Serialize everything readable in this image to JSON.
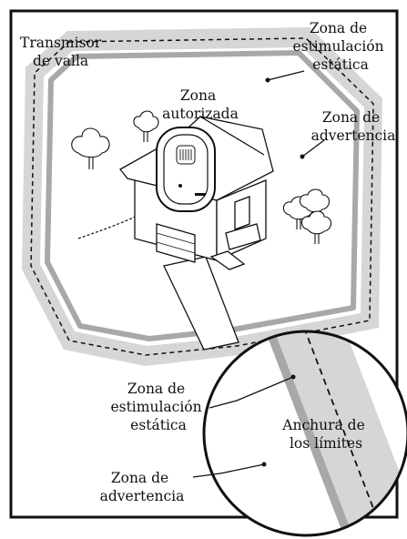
{
  "labels": {
    "transmitter_line1": "Transmisor",
    "transmitter_line2": "de valla",
    "static_zone_top_line1": "Zona de",
    "static_zone_top_line2": "estimulación",
    "static_zone_top_line3": "estática",
    "authorized_line1": "Zona",
    "authorized_line2": "autorizada",
    "warning_top_line1": "Zona de",
    "warning_top_line2": "advertencia",
    "static_zone_bottom_line1": "Zona de",
    "static_zone_bottom_line2": "estimulación",
    "static_zone_bottom_line3": "estática",
    "boundary_width_line1": "Anchura de",
    "boundary_width_line2": "los límites",
    "warning_bottom_line1": "Zona de",
    "warning_bottom_line2": "advertencia"
  },
  "colors": {
    "warning_band": "#a8a8a8",
    "boundary_band": "#d6d6d6",
    "line": "#111111",
    "background": "#ffffff"
  },
  "icons": [
    "fence-transmitter-icon",
    "house-icon",
    "tree-icon"
  ]
}
